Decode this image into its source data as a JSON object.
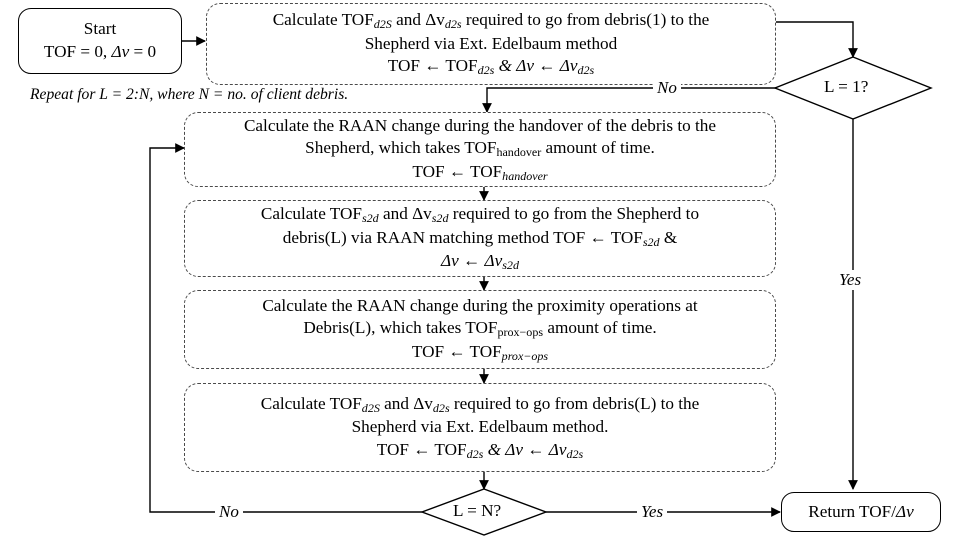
{
  "diagram": {
    "title": "Shepherd debris-removal mission TOF/Delta-v flowchart",
    "background": "#ffffff",
    "line_color": "#000000",
    "dashed_border_color": "#4a4a4a"
  },
  "nodes": {
    "start": {
      "name": "start-terminator",
      "shape": "rounded-rect-solid",
      "line1": "Start",
      "line2_pre": "TOF = 0, ",
      "line2_delta": "Δv",
      "line2_post": " = 0"
    },
    "calc_d2s_first": {
      "name": "calc-tof-d2s-debris1",
      "shape": "rounded-rect-dashed",
      "line1_a": "Calculate TOF",
      "line1_sub_a": "d2S",
      "line1_b": " and Δv",
      "line1_sub_b": "d2s",
      "line1_c": " required to go from debris(1) to the",
      "line2": "Shepherd via Ext. Edelbaum method",
      "line3_a": "TOF ← TOF",
      "line3_sub_a": "d2s",
      "line3_b": " & Δv ← Δv",
      "line3_sub_b": "d2s"
    },
    "raan_handover": {
      "name": "calc-raan-handover",
      "shape": "rounded-rect-dashed",
      "line1": "Calculate the RAAN change during the handover of the debris to the",
      "line2_a": "Shepherd, which takes TOF",
      "line2_sub": "handover",
      "line2_b": " amount of time.",
      "line3_a": "TOF ← TOF",
      "line3_sub": "handover"
    },
    "calc_s2d": {
      "name": "calc-tof-s2d-raan-matching",
      "shape": "rounded-rect-dashed",
      "line1_a": "Calculate TOF",
      "line1_sub_a": "s2d",
      "line1_b": " and Δv",
      "line1_sub_b": "s2d",
      "line1_c": " required to go from the Shepherd to",
      "line2_a": "debris(L) via RAAN matching method TOF  ← TOF",
      "line2_sub": "s2d",
      "line2_b": " &",
      "line3_a": "Δv ← Δv",
      "line3_sub": "s2d"
    },
    "raan_prox_ops": {
      "name": "calc-raan-prox-ops",
      "shape": "rounded-rect-dashed",
      "line1": "Calculate the RAAN change during the proximity operations at",
      "line2_a": "Debris(L), which takes TOF",
      "line2_sub": "prox−ops",
      "line2_b": " amount of time.",
      "line3_a": "TOF ← TOF",
      "line3_sub": "prox−ops"
    },
    "calc_d2s_loop": {
      "name": "calc-tof-d2s-debrisL",
      "shape": "rounded-rect-dashed",
      "line1_a": "Calculate TOF",
      "line1_sub_a": "d2S",
      "line1_b": " and Δv",
      "line1_sub_b": "d2s",
      "line1_c": " required to go from debris(L) to the",
      "line2": "Shepherd via Ext. Edelbaum method.",
      "line3_a": "TOF ← TOF",
      "line3_sub_a": "d2s",
      "line3_b": " & Δv ← Δv",
      "line3_sub_b": "d2s"
    },
    "decision_l1": {
      "name": "decision-l-equals-1",
      "shape": "diamond",
      "label": "L = 1?"
    },
    "decision_ln": {
      "name": "decision-l-equals-n",
      "shape": "diamond",
      "label": "L = N?"
    },
    "return_box": {
      "name": "return-terminator",
      "shape": "rounded-rect-solid",
      "text_pre": "Return TOF/",
      "text_delta": "Δv"
    }
  },
  "edge_labels": {
    "no_top": "No",
    "yes_right": "Yes",
    "no_bottom": "No",
    "yes_bottom": "Yes"
  },
  "annotations": {
    "repeat_note": "Repeat for L = 2:N, where N = no. of client debris."
  }
}
